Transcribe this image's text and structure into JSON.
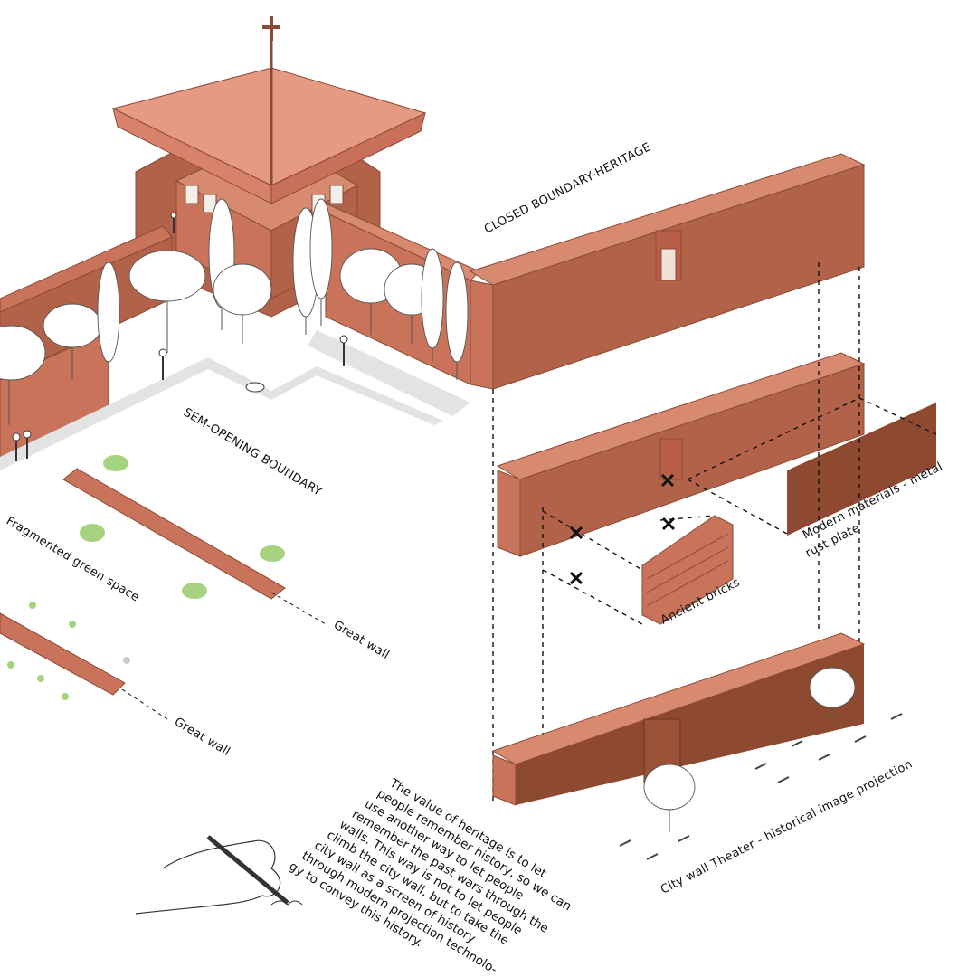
{
  "labels": {
    "closed_boundary": "CLOSED BOUNDARY-HERITAGE",
    "semi_opening": "SEM-OPENING BOUNDARY",
    "fragmented_green": "Fragmented green space",
    "great_wall_1": "Great wall",
    "great_wall_2": "Great wall",
    "ancient_bricks": "Ancient bricks",
    "modern_materials_line1": "Modern materials - metal",
    "modern_materials_line2": "rust plate",
    "theater": "City wall Theater - historical image projection"
  },
  "note": {
    "lines": [
      "The value of heritage is to let",
      "people remember history, so we can",
      "use another way to let people",
      "remember the past wars through the",
      "walls. This way is not to let people",
      "climb the city wall, but to take the",
      "city wall as a screen of history",
      "through modern projection technolo-",
      "gy to convey this history."
    ]
  },
  "colors": {
    "wall": "#c8735a",
    "rust_plate": "#8e4a30",
    "green": "#a6d37f",
    "path": "#e3e3e3"
  }
}
